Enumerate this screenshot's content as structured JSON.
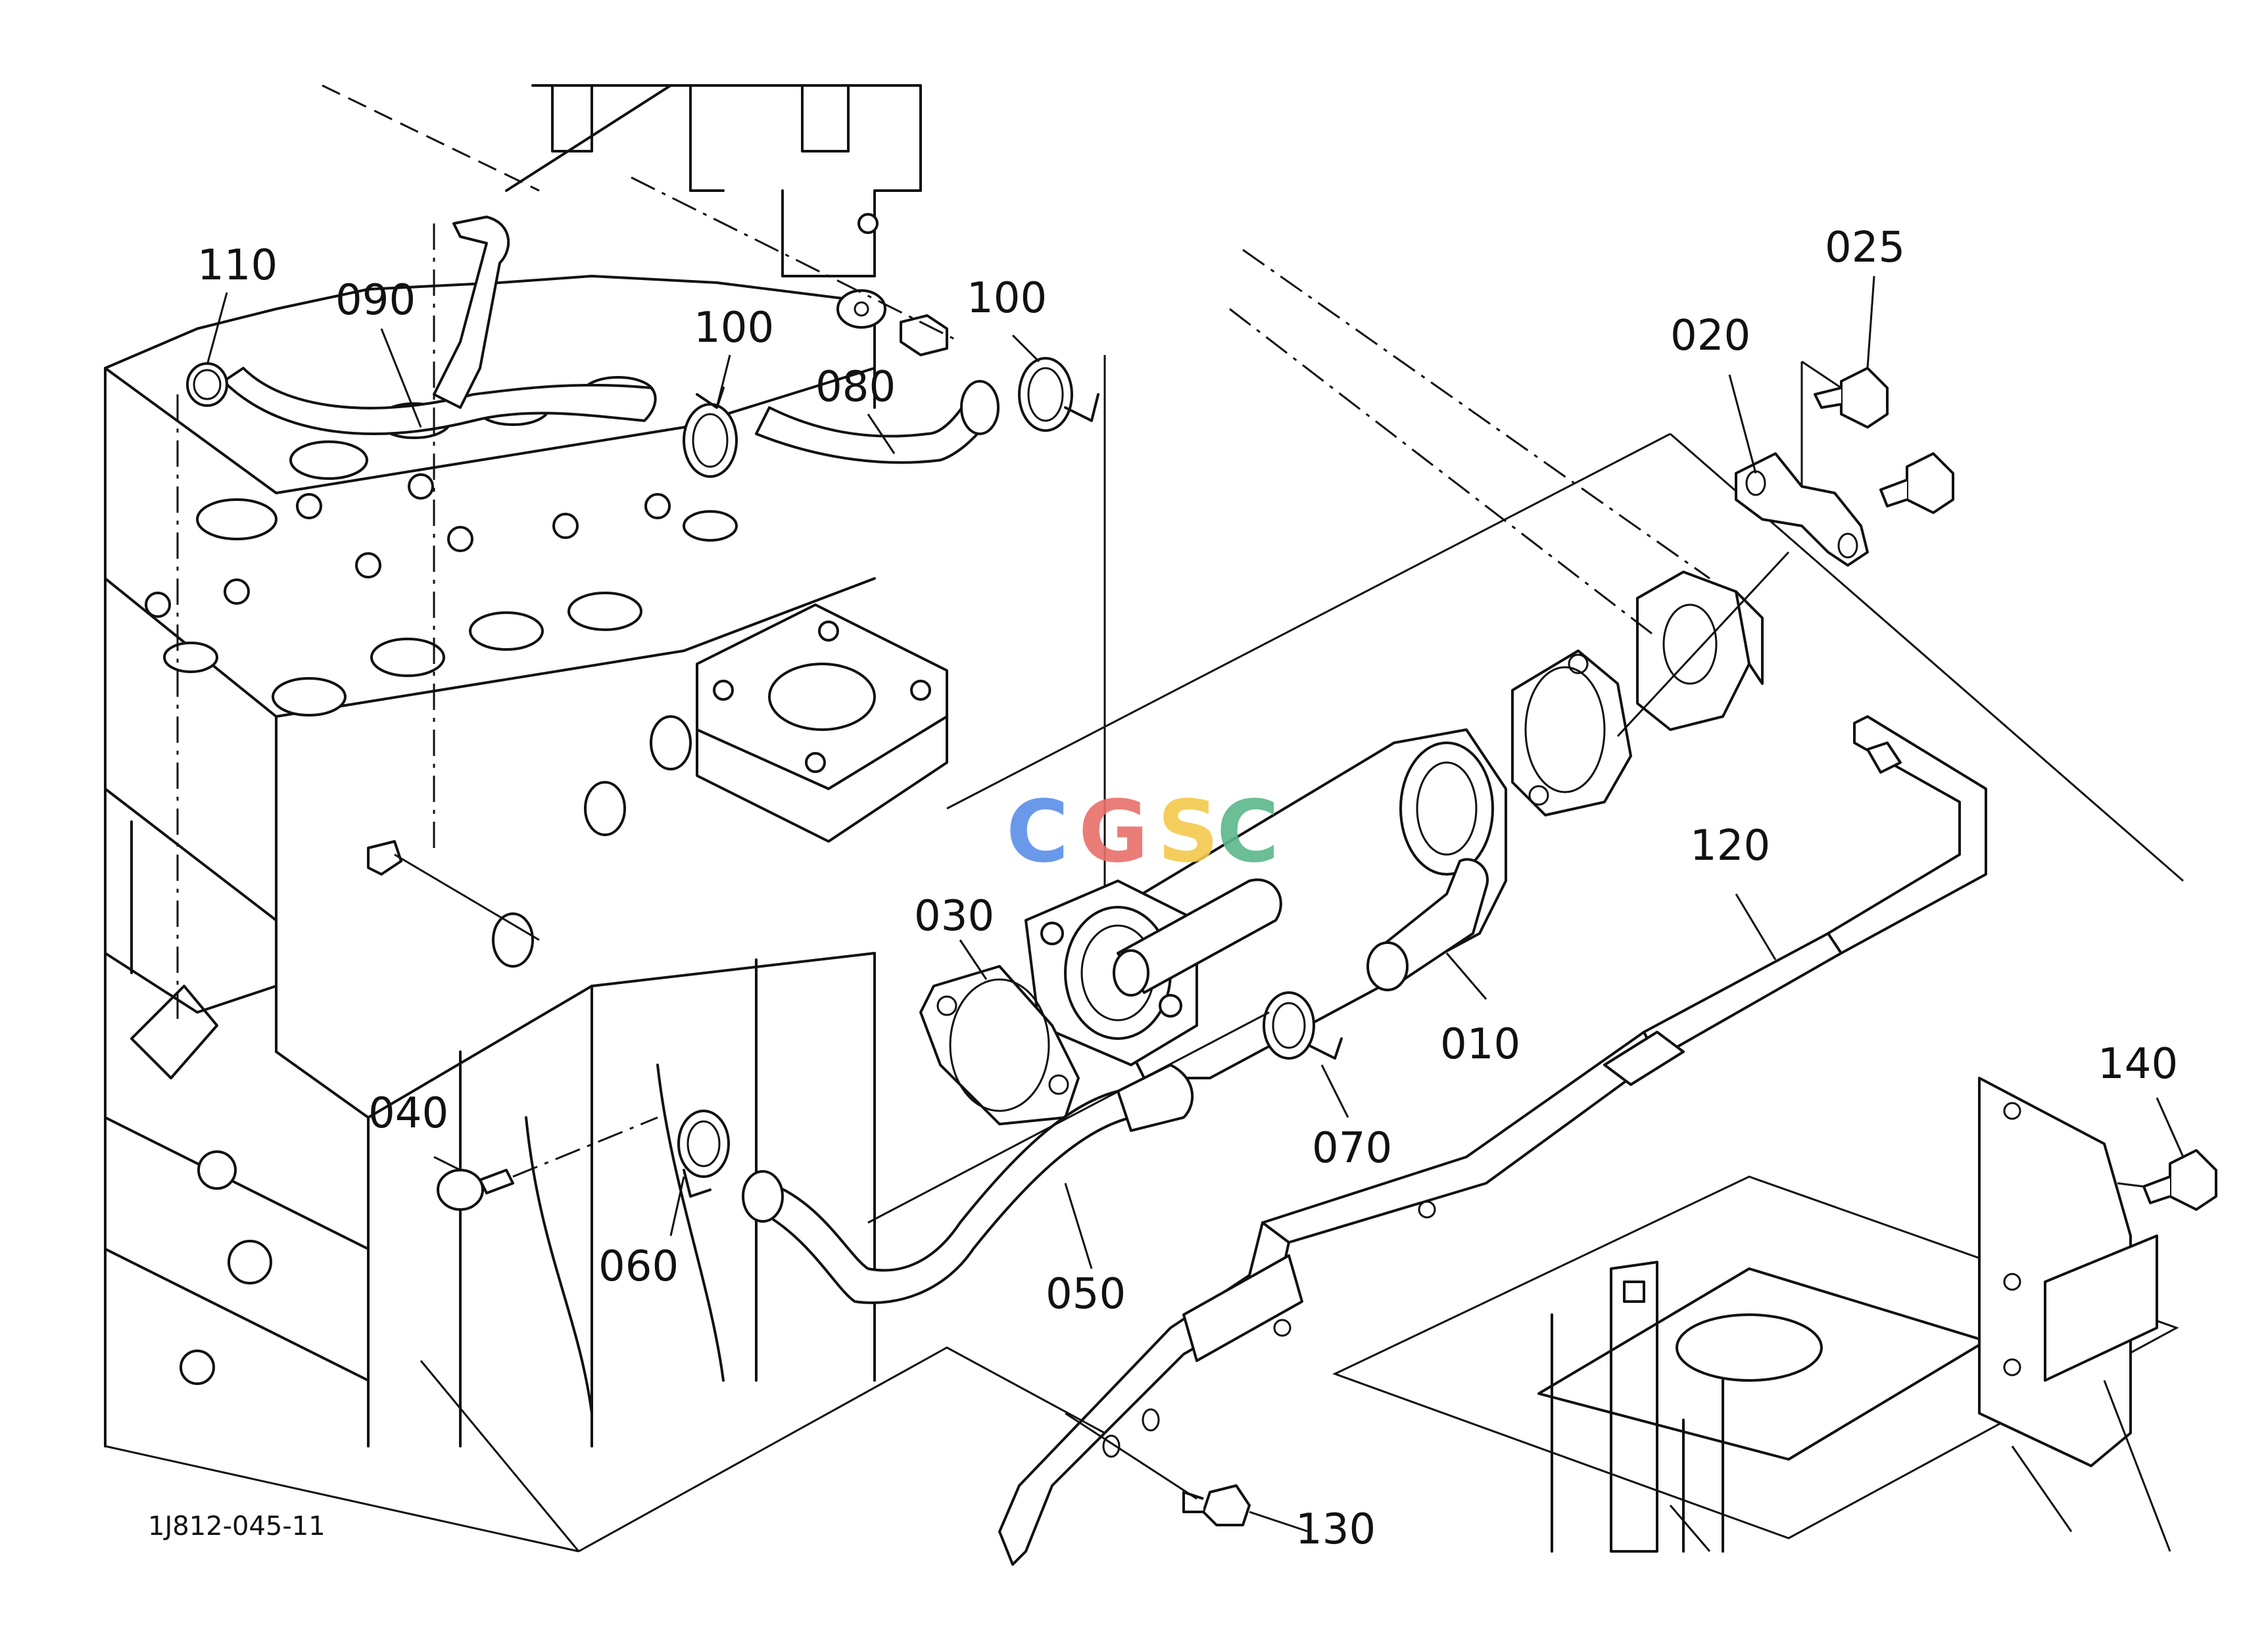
{
  "diagram_code": "1J812-045-11",
  "watermark": {
    "letters": [
      "C",
      "G",
      "S",
      "C"
    ],
    "colors": [
      "#5a8ee8",
      "#e8706a",
      "#f2c94c",
      "#5cb88a"
    ]
  },
  "callouts": {
    "p010": "010",
    "p020": "020",
    "p025": "025",
    "p030": "030",
    "p040": "040",
    "p050": "050",
    "p060": "060",
    "p070": "070",
    "p080": "080",
    "p090": "090",
    "p100a": "100",
    "p100b": "100",
    "p110": "110",
    "p120": "120",
    "p130": "130",
    "p140": "140"
  }
}
